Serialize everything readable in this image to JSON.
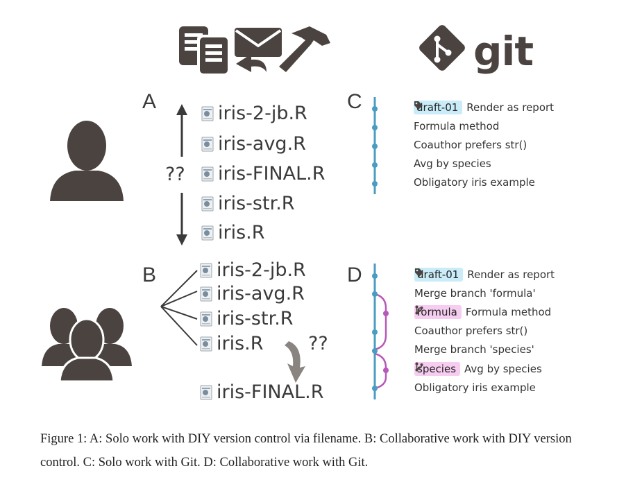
{
  "panel_letters": {
    "a": "A",
    "b": "B",
    "c": "C",
    "d": "D"
  },
  "git_logo_text": "git",
  "panel_a": {
    "files": [
      "iris-2-jb.R",
      "iris-avg.R",
      "iris-FINAL.R",
      "iris-str.R",
      "iris.R"
    ],
    "question": "??"
  },
  "panel_b": {
    "files": [
      "iris-2-jb.R",
      "iris-avg.R",
      "iris-str.R",
      "iris.R"
    ],
    "question": "??",
    "final_file": "iris-FINAL.R"
  },
  "panel_c": {
    "commits": [
      {
        "tag": "draft-01",
        "message": "Render as report"
      },
      {
        "tag": "",
        "message": "Formula method"
      },
      {
        "tag": "",
        "message": "Coauthor prefers str()"
      },
      {
        "tag": "",
        "message": "Avg by species"
      },
      {
        "tag": "",
        "message": "Obligatory iris example"
      }
    ]
  },
  "panel_d": {
    "commits": [
      {
        "tag": "draft-01",
        "message": "Render as report"
      },
      {
        "tag": "",
        "message": "Merge branch 'formula'"
      },
      {
        "tag": "formula",
        "message": "Formula method"
      },
      {
        "tag": "",
        "message": "Coauthor prefers str()"
      },
      {
        "tag": "",
        "message": "Merge branch 'species'"
      },
      {
        "tag": "species",
        "message": "Avg by species"
      },
      {
        "tag": "",
        "message": "Obligatory iris example"
      }
    ]
  },
  "colors": {
    "branch_main": "#4a9cc0",
    "branch_feature": "#b659b8",
    "icon_dark": "#4a4340"
  },
  "caption": "Figure 1: A: Solo work with DIY version control via filename. B: Collaborative work with DIY version control. C: Solo work with Git. D: Collaborative work with Git."
}
